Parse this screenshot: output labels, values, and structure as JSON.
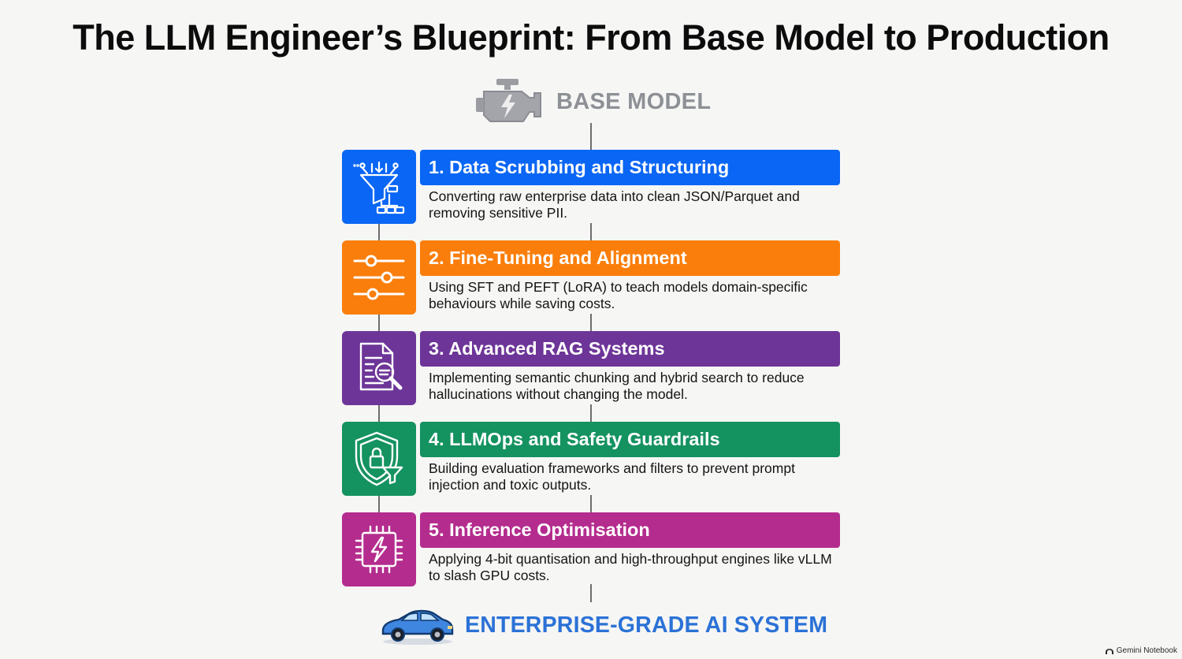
{
  "title": "The LLM Engineer’s Blueprint: From Base Model to Production",
  "start": {
    "label": "BASE MODEL",
    "icon": "engine-icon"
  },
  "steps": [
    {
      "heading": "1. Data Scrubbing and Structuring",
      "description": "Converting raw enterprise data into clean JSON/Parquet and removing sensitive PII.",
      "color": "#0a66f4",
      "icon": "data-funnel-icon"
    },
    {
      "heading": "2. Fine-Tuning and Alignment",
      "description": "Using SFT and PEFT (LoRA) to teach models domain-specific behaviours while saving costs.",
      "color": "#fa7e0b",
      "icon": "sliders-icon"
    },
    {
      "heading": "3. Advanced RAG Systems",
      "description": "Implementing semantic chunking and hybrid search to reduce hallucinations without changing the model.",
      "color": "#6d3598",
      "icon": "document-search-icon"
    },
    {
      "heading": "4. LLMOps and Safety Guardrails",
      "description": "Building evaluation frameworks and filters to prevent prompt injection and toxic outputs.",
      "color": "#149260",
      "icon": "shield-lock-icon"
    },
    {
      "heading": "5. Inference Optimisation",
      "description": "Applying 4-bit quantisation and high-throughput engines like vLLM to slash GPU costs.",
      "color": "#b42c8e",
      "icon": "chip-icon"
    }
  ],
  "end": {
    "label": "ENTERPRISE-GRADE AI SYSTEM",
    "icon": "car-icon",
    "color": "#2b72d6"
  },
  "watermark": "Gemini Notebook"
}
